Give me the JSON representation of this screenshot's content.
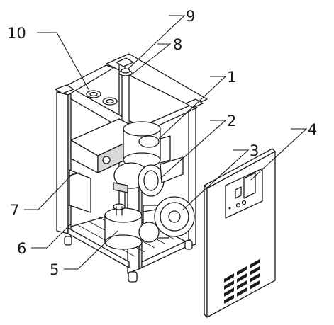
{
  "callouts": [
    {
      "label": "10"
    },
    {
      "label": "9"
    },
    {
      "label": "8"
    },
    {
      "label": "1"
    },
    {
      "label": "2"
    },
    {
      "label": "3"
    },
    {
      "label": "4"
    },
    {
      "label": "7"
    },
    {
      "label": "6"
    },
    {
      "label": "5"
    }
  ]
}
